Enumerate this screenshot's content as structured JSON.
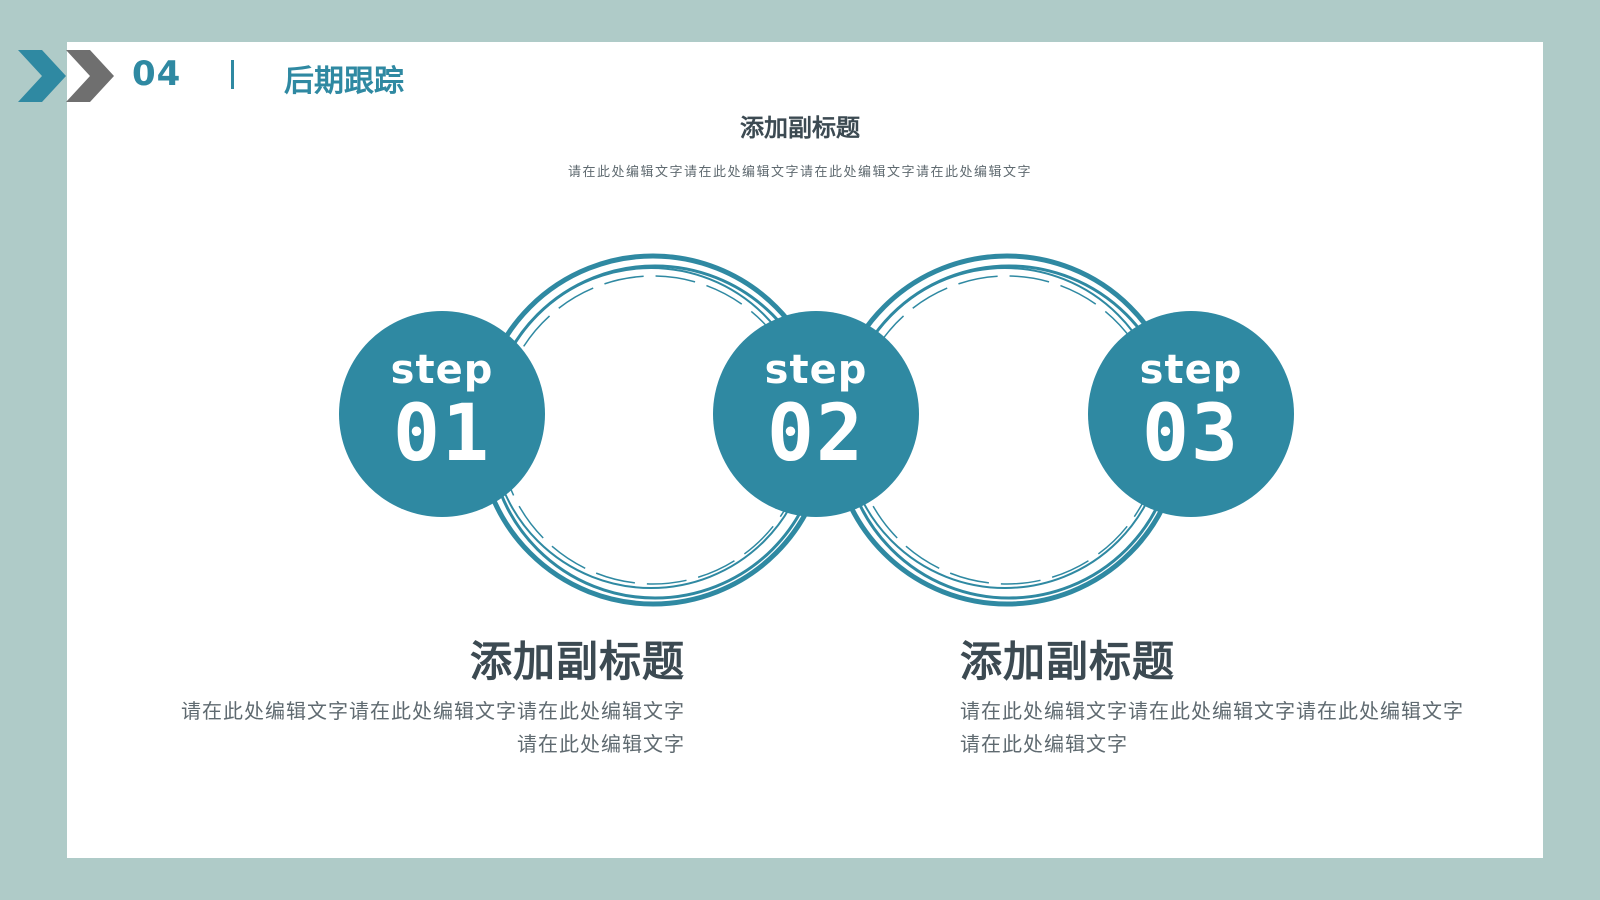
{
  "section": {
    "number": "04",
    "title": "后期跟踪"
  },
  "intro": {
    "subtitle": "添加副标题",
    "text": "请在此处编辑文字请在此处编辑文字请在此处编辑文字请在此处编辑文字"
  },
  "steps": [
    {
      "word": "step",
      "number": "01"
    },
    {
      "word": "step",
      "number": "02"
    },
    {
      "word": "step",
      "number": "03"
    }
  ],
  "blocks": [
    {
      "title": "添加副标题",
      "line1": "请在此处编辑文字请在此处编辑文字请在此处编辑文字",
      "line2": "请在此处编辑文字"
    },
    {
      "title": "添加副标题",
      "line1": "请在此处编辑文字请在此处编辑文字请在此处编辑文字",
      "line2": "请在此处编辑文字"
    }
  ],
  "colors": {
    "accent": "#2f89a2",
    "frame": "#afcbc8",
    "chevron_gray": "#6f6f6f",
    "text_dark": "#3c4a52",
    "text_body": "#5f6a70"
  }
}
